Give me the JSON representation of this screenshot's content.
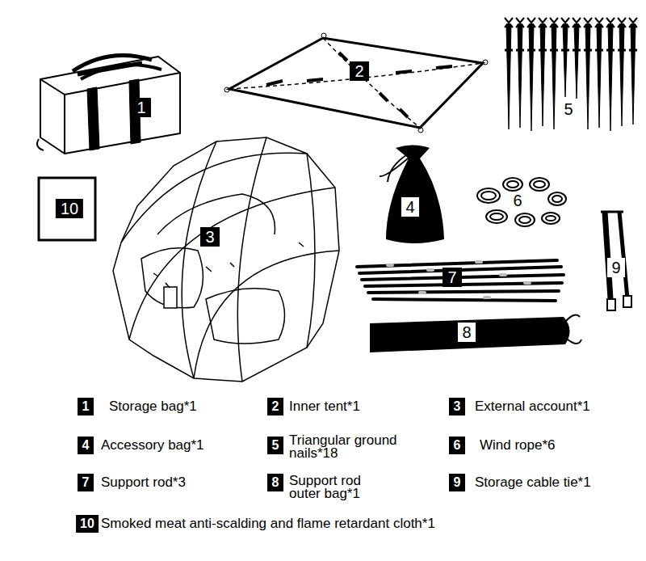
{
  "diagram": {
    "labels": [
      "1",
      "2",
      "5",
      "10",
      "3",
      "4",
      "6",
      "9",
      "7",
      "8",
      "1",
      "Storage bag*1",
      "2",
      "Inner tent*1",
      "3",
      "External account*1",
      "4",
      "Accessory bag*1",
      "5",
      "Triangular ground nails*18",
      "6",
      "Wind rope*6",
      "7",
      "Support rod*3",
      "8",
      "Support rod outer bag*1",
      "9",
      "Storage cable tie*1",
      "10",
      "Smoked meat anti-scalding and flame retardant cloth*1"
    ]
  }
}
